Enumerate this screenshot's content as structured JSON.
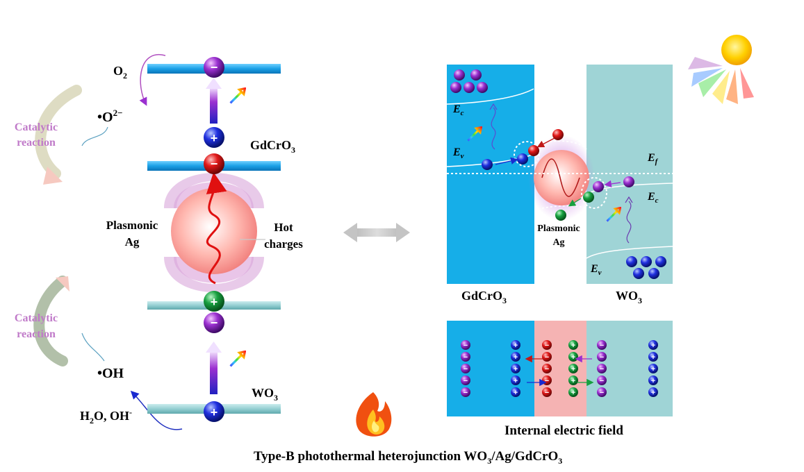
{
  "left": {
    "o2": "O",
    "o2_sub": "2",
    "superoxide": "•O",
    "superoxide_sup": "2−",
    "catalytic_top": [
      "Catalytic",
      "reaction"
    ],
    "catalytic_bottom": [
      "Catalytic",
      "reaction"
    ],
    "gdcro3": "GdCrO",
    "gdcro3_sub": "3",
    "plasmonic": [
      "Plasmonic",
      "Ag"
    ],
    "hot_charges": [
      "Hot",
      "charges"
    ],
    "oh_radical": "•OH",
    "water": "H",
    "water_sub": "2",
    "water_rest": "O, OH",
    "water_sup": "-",
    "wo3": "WO",
    "wo3_sub": "3"
  },
  "right": {
    "ec_left": "E",
    "ec_left_sub": "c",
    "ev_left": "E",
    "ev_left_sub": "v",
    "ef": "E",
    "ef_sub": "f",
    "ec_right": "E",
    "ec_right_sub": "c",
    "ev_right": "E",
    "ev_right_sub": "v",
    "plasmonic": [
      "Plasmonic",
      "Ag"
    ],
    "gdcro3": "GdCrO",
    "gdcro3_sub": "3",
    "wo3": "WO",
    "wo3_sub": "3"
  },
  "field_label": "Internal electric field",
  "bottom_caption": {
    "main": "Type-B photothermal heterojunction WO",
    "sub1": "3",
    "mid": "/Ag/GdCrO",
    "sub2": "3"
  },
  "colors": {
    "gdcro3_panel": "#16aee8",
    "wo3_panel": "#9fd4d6",
    "ag_panel": "#f5b3b3",
    "electron": "#1a1ad6",
    "hole": "#8a25c0",
    "ag_electron": "#e01a1a",
    "ag_hole": "#1a9a3a",
    "catalytic_text": "#c07ac9"
  }
}
